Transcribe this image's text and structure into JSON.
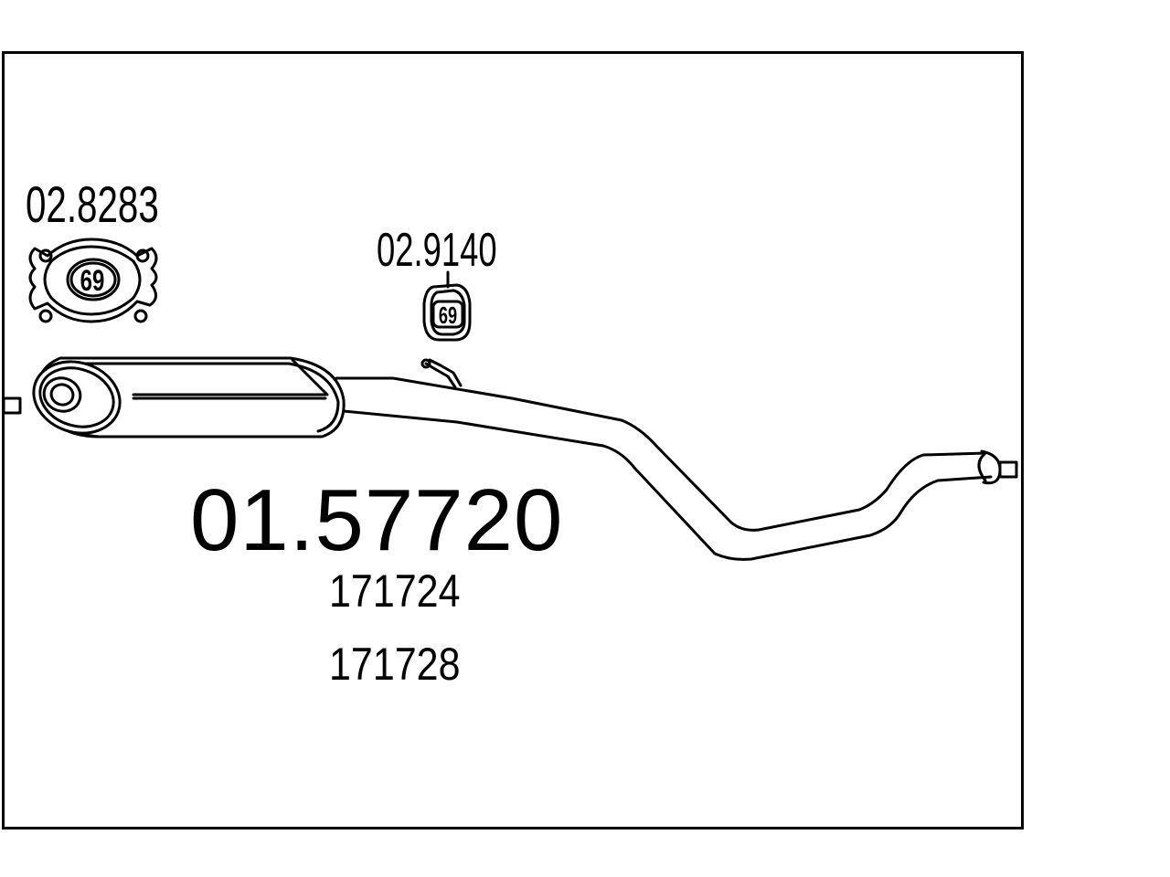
{
  "diagram": {
    "main_part_number": "01.57720",
    "reference_numbers": [
      "171724",
      "171728"
    ],
    "parts": {
      "gasket": {
        "number": "02.8283",
        "badge": "69"
      },
      "hanger": {
        "number": "02.9140",
        "badge": "69"
      }
    },
    "line_color": "#000000",
    "background_color": "#ffffff"
  }
}
